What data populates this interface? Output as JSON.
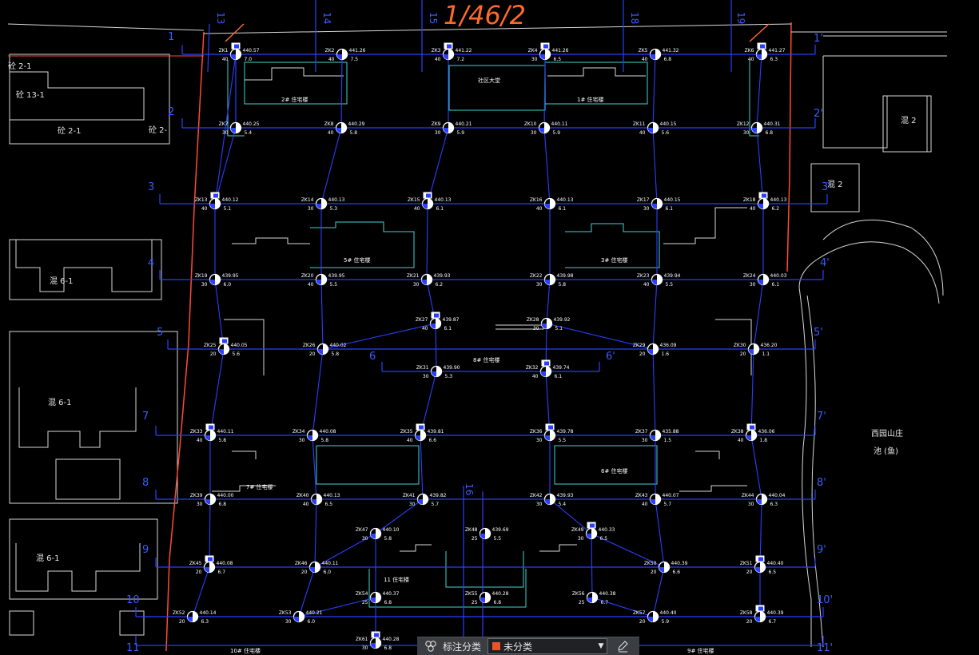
{
  "drawing": {
    "title_mark": "1/46/2",
    "grid_rows": [
      "1",
      "2",
      "3",
      "4",
      "5",
      "6",
      "7",
      "8",
      "9",
      "10",
      "11"
    ],
    "grid_cols": [
      "13",
      "14",
      "15",
      "16",
      "18",
      "19"
    ],
    "row_dup_marks": [
      "1'",
      "2'",
      "3'",
      "4'",
      "5'",
      "6'",
      "7'",
      "8'",
      "9'",
      "10'",
      "11'"
    ]
  },
  "boreholes": [
    {
      "id": "ZK1",
      "elev": "440.57",
      "d1": "40",
      "d2": "7.0"
    },
    {
      "id": "ZK2",
      "elev": "441.26",
      "d1": "40",
      "d2": "7.5"
    },
    {
      "id": "ZK3",
      "elev": "441.22",
      "d1": "40",
      "d2": "7.2"
    },
    {
      "id": "ZK4",
      "elev": "441.26",
      "d1": "30",
      "d2": "6.5"
    },
    {
      "id": "ZK5",
      "elev": "441.32",
      "d1": "40",
      "d2": "6.8"
    },
    {
      "id": "ZK6",
      "elev": "441.27",
      "d1": "40",
      "d2": "6.3"
    },
    {
      "id": "ZK7",
      "elev": "440.25",
      "d1": "30",
      "d2": "5.4"
    },
    {
      "id": "ZK8",
      "elev": "440.29",
      "d1": "40",
      "d2": "5.8"
    },
    {
      "id": "ZK9",
      "elev": "440.21",
      "d1": "30",
      "d2": "5.9"
    },
    {
      "id": "ZK10",
      "elev": "440.11",
      "d1": "30",
      "d2": "5.9"
    },
    {
      "id": "ZK11",
      "elev": "440.15",
      "d1": "40",
      "d2": "5.6"
    },
    {
      "id": "ZK12",
      "elev": "440.31",
      "d1": "30",
      "d2": "6.8"
    },
    {
      "id": "ZK13",
      "elev": "440.12",
      "d1": "40",
      "d2": "5.1"
    },
    {
      "id": "ZK14",
      "elev": "440.13",
      "d1": "30",
      "d2": "5.3"
    },
    {
      "id": "ZK15",
      "elev": "440.13",
      "d1": "40",
      "d2": "6.1"
    },
    {
      "id": "ZK16",
      "elev": "440.13",
      "d1": "40",
      "d2": "6.1"
    },
    {
      "id": "ZK17",
      "elev": "440.15",
      "d1": "30",
      "d2": "6.1"
    },
    {
      "id": "ZK18",
      "elev": "440.13",
      "d1": "40",
      "d2": "6.2"
    },
    {
      "id": "ZK19",
      "elev": "439.95",
      "d1": "30",
      "d2": "6.0"
    },
    {
      "id": "ZK20",
      "elev": "439.95",
      "d1": "40",
      "d2": "5.5"
    },
    {
      "id": "ZK21",
      "elev": "439.93",
      "d1": "30",
      "d2": "6.2"
    },
    {
      "id": "ZK22",
      "elev": "439.98",
      "d1": "30",
      "d2": "5.8"
    },
    {
      "id": "ZK23",
      "elev": "439.94",
      "d1": "40",
      "d2": "5.5"
    },
    {
      "id": "ZK24",
      "elev": "440.03",
      "d1": "30",
      "d2": "6.1"
    },
    {
      "id": "ZK25",
      "elev": "440.05",
      "d1": "20",
      "d2": "5.6"
    },
    {
      "id": "ZK26",
      "elev": "440.02",
      "d1": "20",
      "d2": "5.8"
    },
    {
      "id": "ZK27",
      "elev": "439.87",
      "d1": "40",
      "d2": "6.1"
    },
    {
      "id": "ZK28",
      "elev": "439.92",
      "d1": "30",
      "d2": "5.1"
    },
    {
      "id": "ZK29",
      "elev": "436.09",
      "d1": "20",
      "d2": "1.6"
    },
    {
      "id": "ZK30",
      "elev": "436.20",
      "d1": "20",
      "d2": "1.1"
    },
    {
      "id": "ZK31",
      "elev": "439.90",
      "d1": "30",
      "d2": "5.3"
    },
    {
      "id": "ZK32",
      "elev": "439.74",
      "d1": "40",
      "d2": "6.1"
    },
    {
      "id": "ZK33",
      "elev": "440.11",
      "d1": "40",
      "d2": "5.8"
    },
    {
      "id": "ZK34",
      "elev": "440.08",
      "d1": "30",
      "d2": "5.8"
    },
    {
      "id": "ZK35",
      "elev": "439.81",
      "d1": "40",
      "d2": "6.6"
    },
    {
      "id": "ZK36",
      "elev": "439.78",
      "d1": "30",
      "d2": "5.5"
    },
    {
      "id": "ZK37",
      "elev": "435.88",
      "d1": "30",
      "d2": "1.5"
    },
    {
      "id": "ZK38",
      "elev": "436.06",
      "d1": "40",
      "d2": "1.8"
    },
    {
      "id": "ZK39",
      "elev": "440.00",
      "d1": "30",
      "d2": "6.8"
    },
    {
      "id": "ZK40",
      "elev": "440.13",
      "d1": "40",
      "d2": "6.5"
    },
    {
      "id": "ZK41",
      "elev": "439.82",
      "d1": "30",
      "d2": "5.7"
    },
    {
      "id": "ZK42",
      "elev": "439.93",
      "d1": "30",
      "d2": "5.4"
    },
    {
      "id": "ZK43",
      "elev": "440.07",
      "d1": "40",
      "d2": "5.7"
    },
    {
      "id": "ZK44",
      "elev": "440.04",
      "d1": "30",
      "d2": "6.3"
    },
    {
      "id": "ZK45",
      "elev": "440.08",
      "d1": "20",
      "d2": "6.7"
    },
    {
      "id": "ZK46",
      "elev": "440.11",
      "d1": "20",
      "d2": "6.0"
    },
    {
      "id": "ZK47",
      "elev": "440.10",
      "d1": "30",
      "d2": "5.8"
    },
    {
      "id": "ZK48",
      "elev": "439.69",
      "d1": "25",
      "d2": "5.5"
    },
    {
      "id": "ZK49",
      "elev": "440.33",
      "d1": "30",
      "d2": "6.5"
    },
    {
      "id": "ZK50",
      "elev": "440.39",
      "d1": "20",
      "d2": "6.6"
    },
    {
      "id": "ZK51",
      "elev": "440.40",
      "d1": "20",
      "d2": "6.5"
    },
    {
      "id": "ZK52",
      "elev": "440.14",
      "d1": "20",
      "d2": "6.3"
    },
    {
      "id": "ZK53",
      "elev": "440.21",
      "d1": "30",
      "d2": "6.0"
    },
    {
      "id": "ZK54",
      "elev": "440.37",
      "d1": "25",
      "d2": "6.8"
    },
    {
      "id": "ZK55",
      "elev": "440.28",
      "d1": "25",
      "d2": "6.8"
    },
    {
      "id": "ZK56",
      "elev": "440.38",
      "d1": "25",
      "d2": "6.7"
    },
    {
      "id": "ZK57",
      "elev": "440.40",
      "d1": "20",
      "d2": "5.9"
    },
    {
      "id": "ZK58",
      "elev": "440.39",
      "d1": "20",
      "d2": "6.7"
    },
    {
      "id": "ZK61",
      "elev": "440.28",
      "d1": "30",
      "d2": "6.8"
    }
  ],
  "buildings": [
    {
      "label": "2# 住宅楼"
    },
    {
      "label": "1# 住宅楼"
    },
    {
      "label": "社区大堂"
    },
    {
      "label": "5# 住宅楼"
    },
    {
      "label": "3# 住宅楼"
    },
    {
      "label": "8# 住宅楼"
    },
    {
      "label": "7# 住宅楼"
    },
    {
      "label": "6# 住宅楼"
    },
    {
      "label": "11 住宅楼"
    },
    {
      "label": "10# 住宅楼"
    },
    {
      "label": "9# 住宅楼"
    }
  ],
  "context_labels": [
    {
      "text": "砼 2-1"
    },
    {
      "text": "砼 13-1"
    },
    {
      "text": "砼 2-1"
    },
    {
      "text": "砼 2-"
    },
    {
      "text": "混 6-1"
    },
    {
      "text": "混 6-1"
    },
    {
      "text": "混 6-1"
    },
    {
      "text": "混 2"
    },
    {
      "text": "混 2"
    },
    {
      "text": "西园山庄"
    },
    {
      "text": "池 (鱼)"
    }
  ],
  "toolbar": {
    "label": "标注分类",
    "selected_option": "未分类",
    "swatch_color": "#e8542a",
    "icons": [
      "layers-icon",
      "chevron-down-icon",
      "edit-icon"
    ]
  }
}
